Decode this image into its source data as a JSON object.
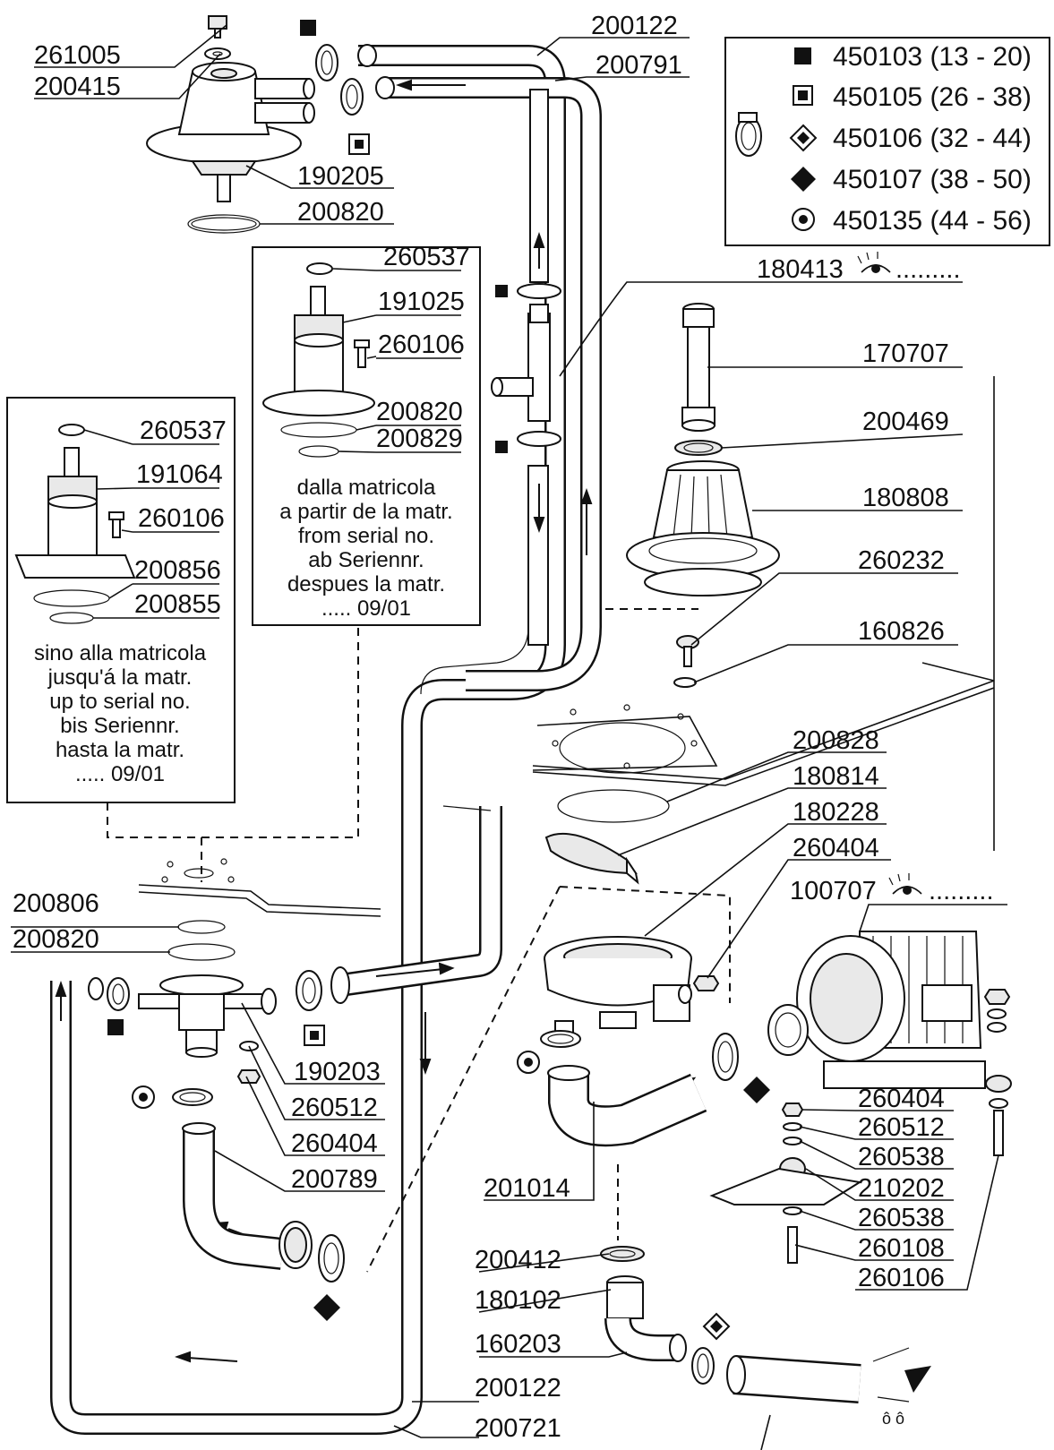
{
  "legend": {
    "items": [
      {
        "symbol": "filled-square",
        "code": "450103 (13 - 20)"
      },
      {
        "symbol": "boxed-square",
        "code": "450105 (26 - 38)"
      },
      {
        "symbol": "boxed-diamond",
        "code": "450106 (32 - 44)"
      },
      {
        "symbol": "filled-diamond",
        "code": "450107 (38 - 50)"
      },
      {
        "symbol": "circled-dot",
        "code": "450135 (44 - 56)"
      }
    ]
  },
  "labels": {
    "p261005": "261005",
    "p200415": "200415",
    "p190205": "190205",
    "p200820a": "200820",
    "p200122a": "200122",
    "p200791": "200791",
    "p180413": "180413",
    "p180413_dots": ".........",
    "p170707": "170707",
    "p200469": "200469",
    "p180808": "180808",
    "p260232": "260232",
    "p160826": "160826",
    "p200828": "200828",
    "p180814": "180814",
    "p180228": "180228",
    "p260404a": "260404",
    "p100707": "100707",
    "p100707_dots": ".........",
    "p260404b": "260404",
    "p260512b": "260512",
    "p260538a": "260538",
    "p210202": "210202",
    "p260538b": "260538",
    "p260108": "260108",
    "p260106b": "260106",
    "p200806": "200806",
    "p200820b": "200820",
    "p190203": "190203",
    "p260512a": "260512",
    "p260404c": "260404",
    "p200789": "200789",
    "p201014": "201014",
    "p200412": "200412",
    "p180102": "180102",
    "p160203": "160203",
    "p200122b": "200122",
    "p200721": "200721"
  },
  "inset_new": {
    "p260537": "260537",
    "p191025": "191025",
    "p260106": "260106",
    "p200820": "200820",
    "p200829": "200829",
    "note": [
      "dalla matricola",
      "a partir de la matr.",
      "from serial no.",
      "ab Seriennr.",
      "despues la matr.",
      "..... 09/01"
    ]
  },
  "inset_old": {
    "p260537": "260537",
    "p191064": "191064",
    "p260106": "260106",
    "p200856": "200856",
    "p200855": "200855",
    "note": [
      "sino alla matricola",
      "jusqu'á la matr.",
      "up to serial no.",
      "bis Seriennr.",
      "hasta la matr.",
      "..... 09/01"
    ]
  }
}
